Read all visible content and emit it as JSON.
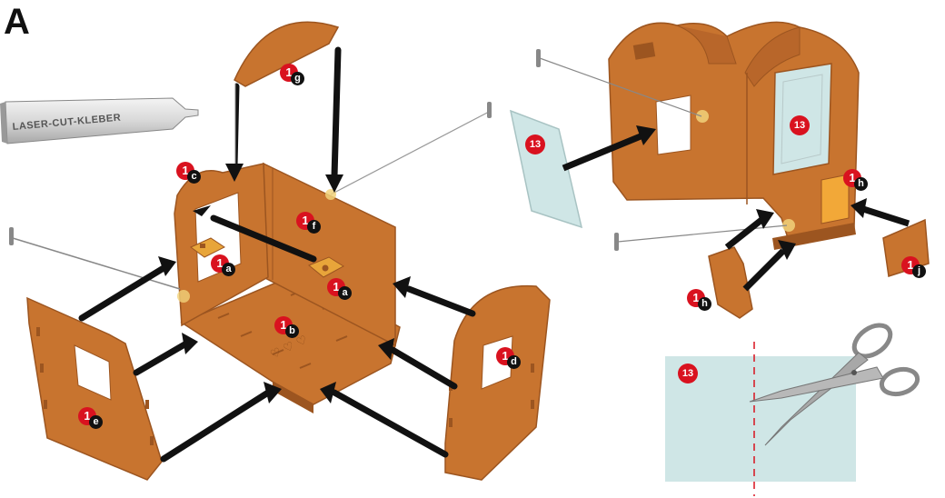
{
  "step": "A",
  "glue_tube_label": "LASER-CUT-KLEBER",
  "callouts": {
    "g": {
      "num": "1",
      "letter": "g"
    },
    "c": {
      "num": "1",
      "letter": "c"
    },
    "f": {
      "num": "1",
      "letter": "f"
    },
    "a1": {
      "num": "1",
      "letter": "a"
    },
    "a2": {
      "num": "1",
      "letter": "a"
    },
    "b": {
      "num": "1",
      "letter": "b"
    },
    "d": {
      "num": "1",
      "letter": "d"
    },
    "e": {
      "num": "1",
      "letter": "e"
    },
    "h1": {
      "num": "1",
      "letter": "h"
    },
    "h2": {
      "num": "1",
      "letter": "h"
    },
    "j": {
      "num": "1",
      "letter": "j"
    },
    "n13a": {
      "num": "13"
    },
    "n13b": {
      "num": "13"
    },
    "n13c": {
      "num": "13"
    }
  },
  "colors": {
    "wood": "#c8742f",
    "wood_dark": "#9c5520",
    "wood_light": "#de9452",
    "glass": "#cfe6e6",
    "callout_red": "#d9121f",
    "cut_line": "#d9121f"
  }
}
